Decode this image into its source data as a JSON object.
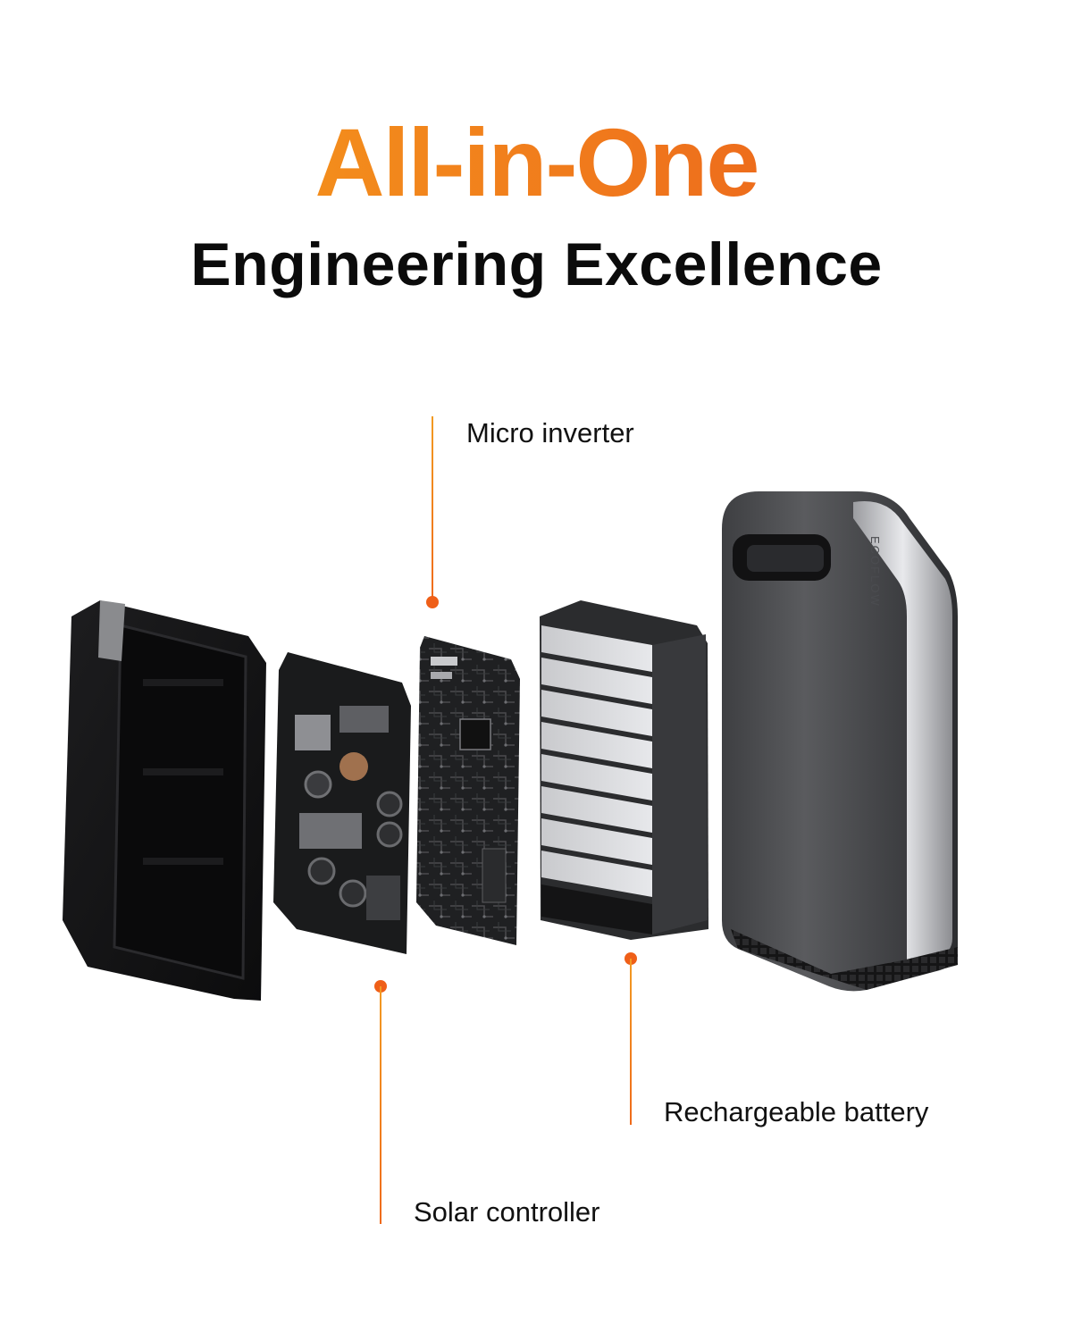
{
  "header": {
    "title": "All-in-One",
    "subtitle": "Engineering Excellence"
  },
  "callouts": {
    "micro_inverter": "Micro inverter",
    "solar_controller": "Solar controller",
    "rechargeable_battery": "Rechargeable battery"
  },
  "product": {
    "brand_mark": "ECOFLOW"
  },
  "colors": {
    "accent_start": "#f7a21b",
    "accent_end": "#e8541a",
    "text": "#111111",
    "background": "#ffffff"
  }
}
